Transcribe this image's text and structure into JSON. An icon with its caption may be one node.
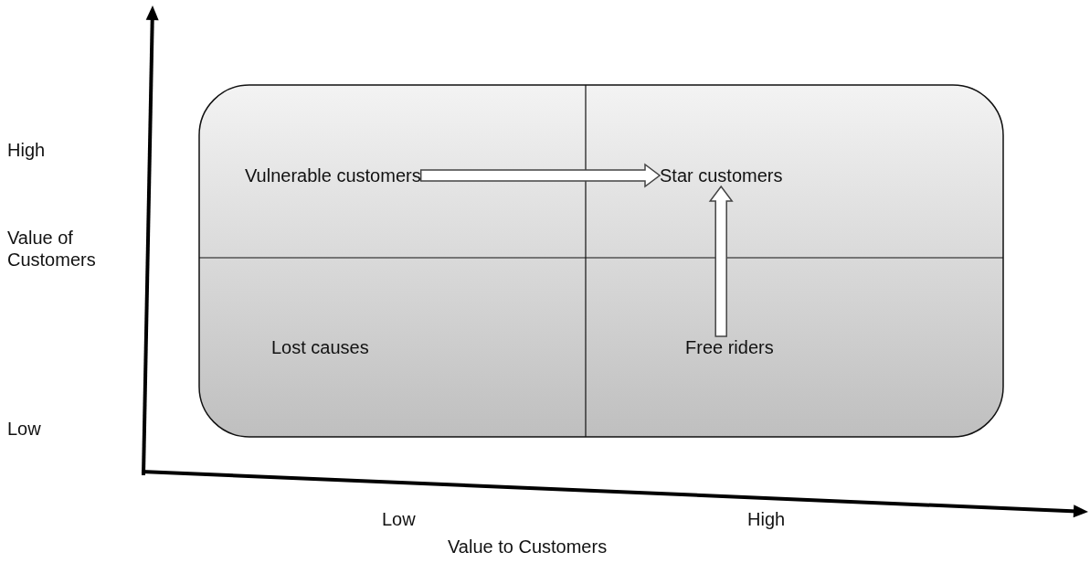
{
  "diagram": {
    "nodes": [
      {
        "text": [
          "Vulnerable customers"
        ]
      },
      {
        "text": [
          "Star customers"
        ]
      },
      {
        "text": [
          "Lost causes"
        ]
      },
      {
        "text": [
          "Free riders"
        ]
      }
    ],
    "edges": [
      {
        "from": 0,
        "to": 1,
        "arrow": "to"
      },
      {
        "from": 3,
        "to": 1,
        "arrow": "to"
      }
    ],
    "labels": [
      "High",
      "Value of Customers",
      "Low",
      "Low",
      "High",
      "Value to Customers"
    ]
  }
}
